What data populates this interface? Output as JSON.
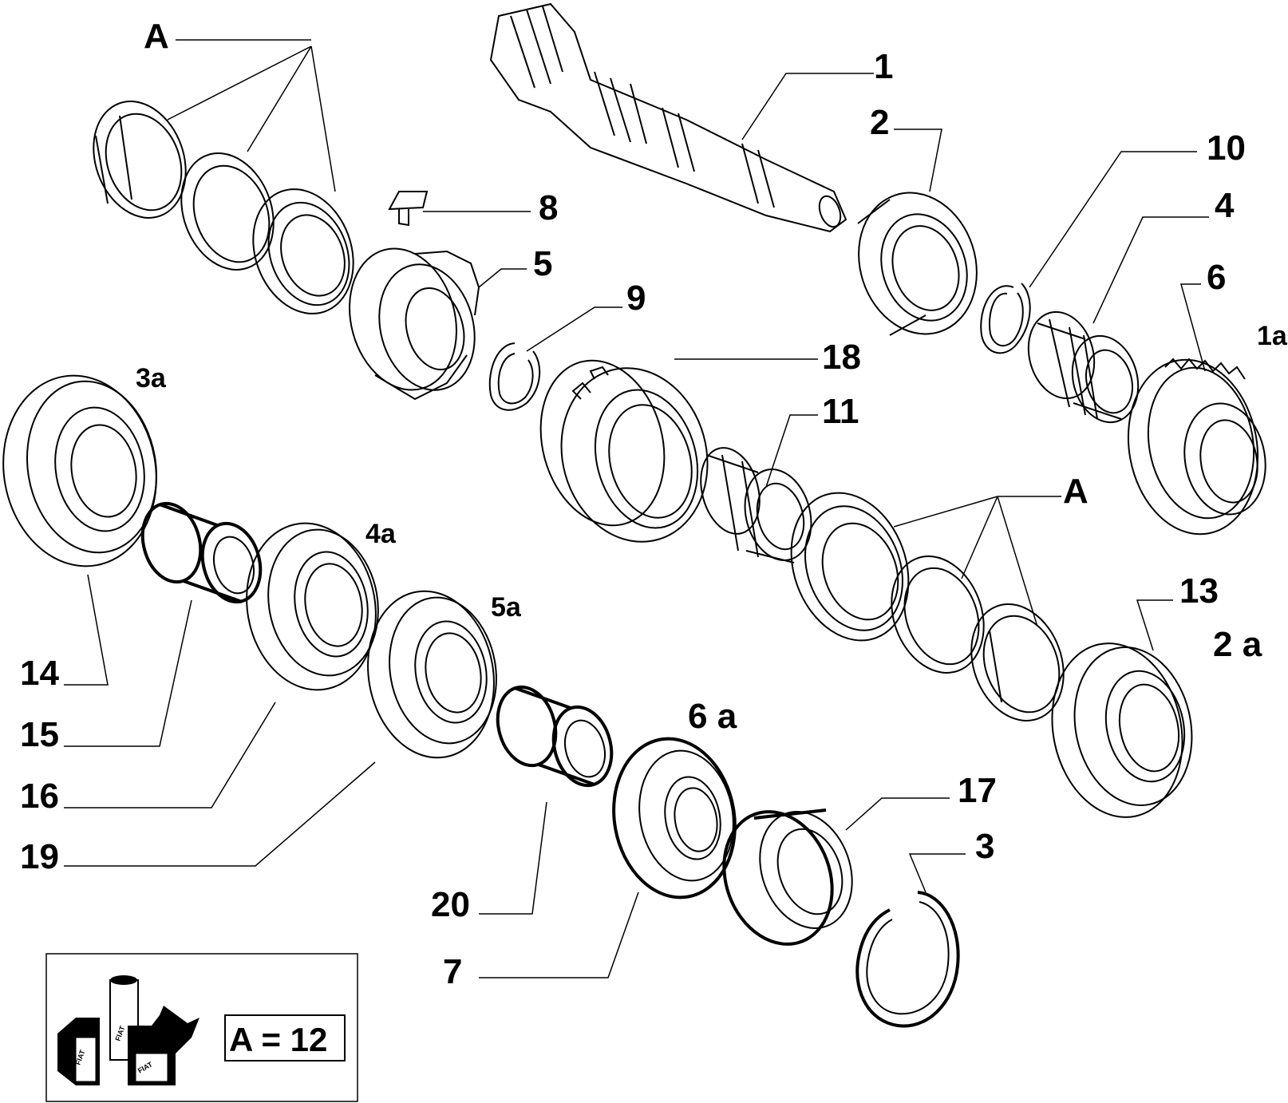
{
  "callouts": {
    "A_top": "A",
    "A_mid": "A",
    "c1": "1",
    "c1a": "1a",
    "c2": "2",
    "c2a": "2 a",
    "c3": "3",
    "c3a": "3a",
    "c4": "4",
    "c4a": "4a",
    "c5": "5",
    "c5a": "5a",
    "c6": "6",
    "c6a": "6 a",
    "c7": "7",
    "c8": "8",
    "c9": "9",
    "c10": "10",
    "c11": "11",
    "c13": "13",
    "c14": "14",
    "c15": "15",
    "c16": "16",
    "c17": "17",
    "c18": "18",
    "c19": "19",
    "c20": "20"
  },
  "legend": {
    "equation": "A = 12",
    "brand_mark": "FIAT"
  }
}
